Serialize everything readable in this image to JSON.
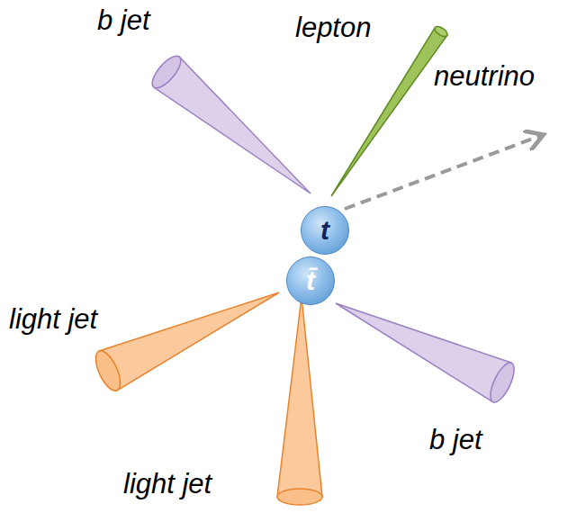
{
  "diagram": {
    "nodes": [
      {
        "text": [
          "t"
        ]
      },
      {
        "text": [
          "t̄"
        ]
      }
    ],
    "labels": [
      "b jet",
      "lepton",
      "neutrino",
      "light jet",
      "light jet",
      "b jet"
    ]
  }
}
